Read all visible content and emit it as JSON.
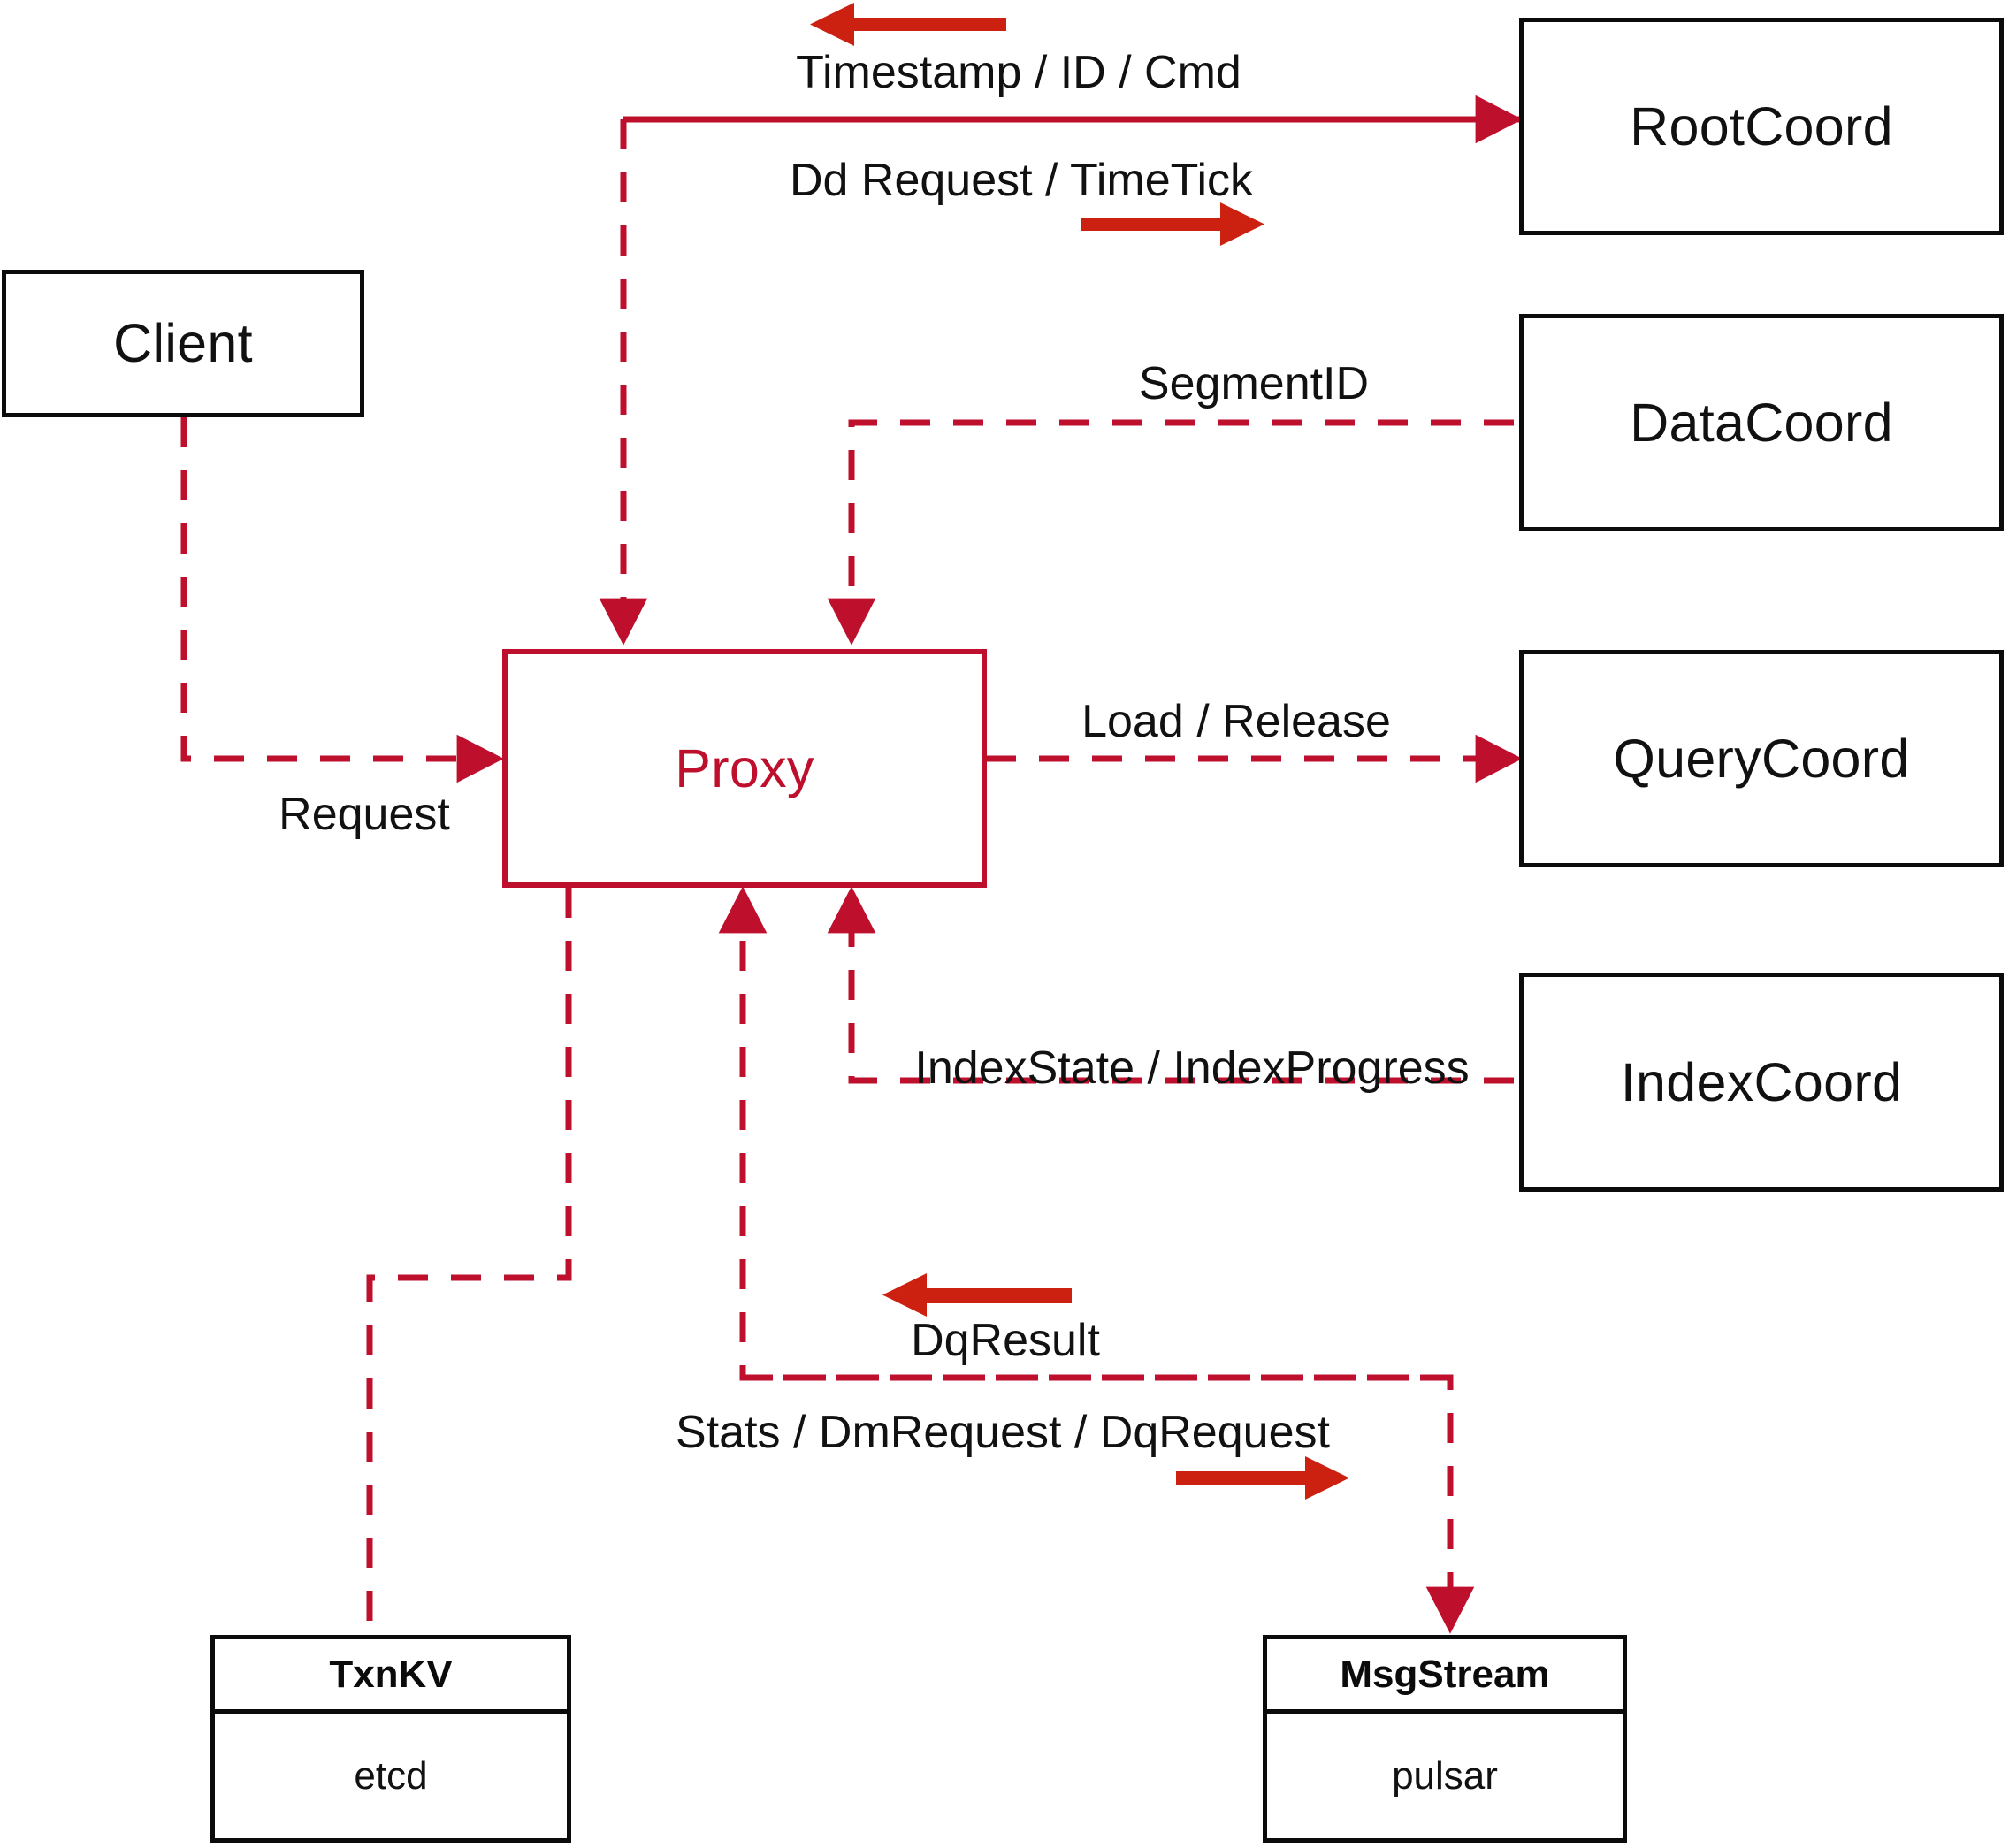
{
  "diagram": {
    "title": "Milvus Proxy interaction diagram",
    "accent_color": "#BE0F2D",
    "solid_arrow_color": "#CC2010",
    "box_border_color": "#0B0B0B",
    "background_color": "#FFFFFF"
  },
  "nodes": {
    "client": {
      "label": "Client"
    },
    "proxy": {
      "label": "Proxy"
    },
    "root_coord": {
      "label": "RootCoord"
    },
    "data_coord": {
      "label": "DataCoord"
    },
    "query_coord": {
      "label": "QueryCoord"
    },
    "index_coord": {
      "label": "IndexCoord"
    },
    "txn_kv": {
      "header": "TxnKV",
      "body": "etcd"
    },
    "msg_stream": {
      "header": "MsgStream",
      "body": "pulsar"
    }
  },
  "edges": [
    {
      "id": "timestamp-id-cmd",
      "label": "Timestamp / ID / Cmd",
      "from": "root_coord",
      "to": "proxy",
      "direction": "left",
      "style": "dashed"
    },
    {
      "id": "dd-request-timetick",
      "label": "Dd Request / TimeTick",
      "from": "proxy",
      "to": "root_coord",
      "direction": "right",
      "style": "dashed"
    },
    {
      "id": "segment-id",
      "label": "SegmentID",
      "from": "data_coord",
      "to": "proxy",
      "direction": "down",
      "style": "dashed"
    },
    {
      "id": "request",
      "label": "Request",
      "from": "client",
      "to": "proxy",
      "direction": "right",
      "style": "dashed"
    },
    {
      "id": "load-release",
      "label": "Load / Release",
      "from": "proxy",
      "to": "query_coord",
      "direction": "right",
      "style": "dashed"
    },
    {
      "id": "index-state",
      "label": "IndexState / IndexProgress",
      "from": "index_coord",
      "to": "proxy",
      "direction": "up",
      "style": "dashed"
    },
    {
      "id": "dq-result",
      "label": "DqResult",
      "from": "msg_stream",
      "to": "proxy",
      "direction": "left",
      "style": "dashed"
    },
    {
      "id": "stats-dm-dq",
      "label": "Stats / DmRequest / DqRequest",
      "from": "proxy",
      "to": "msg_stream",
      "direction": "right",
      "style": "dashed"
    },
    {
      "id": "txnkv-link",
      "label": "",
      "from": "proxy",
      "to": "txn_kv",
      "direction": "down",
      "style": "dashed"
    }
  ],
  "edge_labels": {
    "timestamp_id_cmd": "Timestamp / ID / Cmd",
    "dd_request_timetick": "Dd Request / TimeTick",
    "segment_id": "SegmentID",
    "request": "Request",
    "load_release": "Load / Release",
    "index_state_progress": "IndexState / IndexProgress",
    "dq_result": "DqResult",
    "stats_dm_dq_request": "Stats / DmRequest / DqRequest"
  }
}
